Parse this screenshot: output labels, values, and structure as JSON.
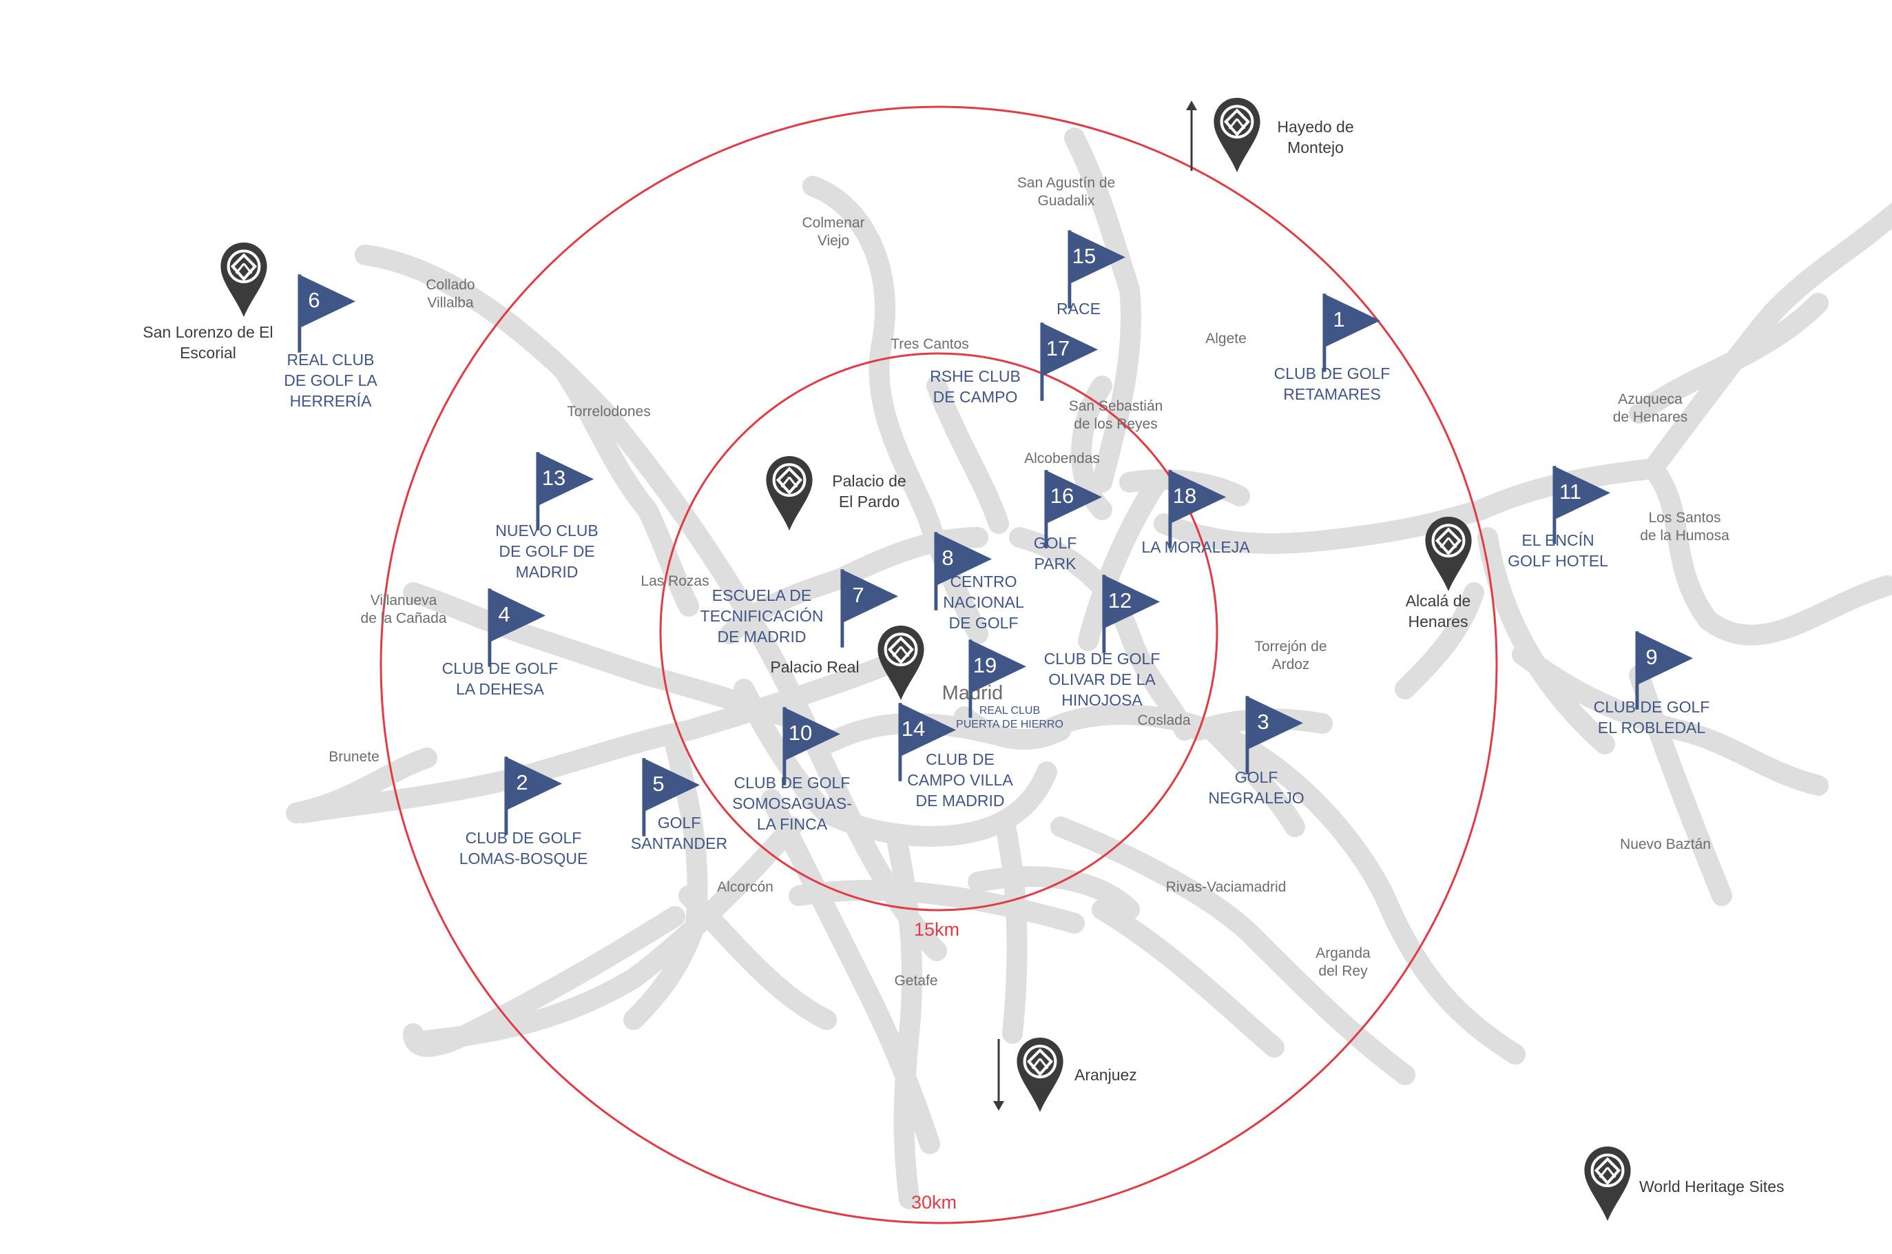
{
  "rings": {
    "inner_label": "15km",
    "outer_label": "30km"
  },
  "towns": {
    "collado_villalba": [
      "Collado",
      "Villalba"
    ],
    "torrelodones": "Torrelodones",
    "villanueva_canada": [
      "Villanueva",
      "de la Cañada"
    ],
    "brunete": "Brunete",
    "las_rozas": "Las Rozas",
    "colmenar_viejo": [
      "Colmenar",
      "Viejo"
    ],
    "tres_cantos": "Tres Cantos",
    "san_agustin": [
      "San Agustín de",
      "Guadalix"
    ],
    "algete": "Algete",
    "san_sebastian": [
      "San Sebastián",
      "de los Reyes"
    ],
    "alcobendas": "Alcobendas",
    "azuqueca": [
      "Azuqueca",
      "de Henares"
    ],
    "los_santos": [
      "Los Santos",
      "de la Humosa"
    ],
    "torrejon": [
      "Torrejón de",
      "Ardoz"
    ],
    "coslada": "Coslada",
    "nuevo_baztan": "Nuevo Baztán",
    "rivas": "Rivas-Vaciamadrid",
    "arganda": [
      "Arganda",
      "del Rey"
    ],
    "alcorcon": "Alcorcón",
    "getafe": "Getafe",
    "madrid": "Madrid"
  },
  "heritage_sites": {
    "hayedo": [
      "Hayedo de",
      "Montejo"
    ],
    "san_lorenzo": [
      "San Lorenzo de El",
      "Escorial"
    ],
    "el_pardo": [
      "Palacio de",
      "El Pardo"
    ],
    "palacio_real": "Palacio Real",
    "alcala": [
      "Alcalá de",
      "Henares"
    ],
    "aranjuez": "Aranjuez",
    "legend": "World Heritage Sites"
  },
  "clubs": {
    "c1": {
      "num": "1",
      "name": [
        "CLUB DE GOLF",
        "RETAMARES"
      ]
    },
    "c2": {
      "num": "2",
      "name": [
        "CLUB DE GOLF",
        "LOMAS-BOSQUE"
      ]
    },
    "c3": {
      "num": "3",
      "name": [
        "GOLF",
        "NEGRALEJO"
      ]
    },
    "c4": {
      "num": "4",
      "name": [
        "CLUB DE GOLF",
        "LA DEHESA"
      ]
    },
    "c5": {
      "num": "5",
      "name": [
        "GOLF",
        "SANTANDER"
      ]
    },
    "c6": {
      "num": "6",
      "name": [
        "REAL CLUB",
        "DE GOLF LA",
        "HERRERÍA"
      ]
    },
    "c7": {
      "num": "7",
      "name": [
        "ESCUELA DE",
        "TECNIFICACIÓN",
        "DE MADRID"
      ]
    },
    "c8": {
      "num": "8",
      "name": [
        "CENTRO",
        "NACIONAL",
        "DE GOLF"
      ]
    },
    "c9": {
      "num": "9",
      "name": [
        "CLUB DE GOLF",
        "EL ROBLEDAL"
      ]
    },
    "c10": {
      "num": "10",
      "name": [
        "CLUB DE GOLF",
        "SOMOSAGUAS-",
        "LA FINCA"
      ]
    },
    "c11": {
      "num": "11",
      "name": [
        "EL ENCÍN",
        "GOLF HOTEL"
      ]
    },
    "c12": {
      "num": "12",
      "name": [
        "CLUB DE GOLF",
        "OLIVAR DE LA",
        "HINOJOSA"
      ]
    },
    "c13": {
      "num": "13",
      "name": [
        "NUEVO CLUB",
        "DE GOLF DE",
        "MADRID"
      ]
    },
    "c14": {
      "num": "14",
      "name": [
        "CLUB DE",
        "CAMPO VILLA",
        "DE MADRID"
      ]
    },
    "c15": {
      "num": "15",
      "name": [
        "RACE"
      ]
    },
    "c16": {
      "num": "16",
      "name": [
        "GOLF",
        "PARK"
      ]
    },
    "c17": {
      "num": "17",
      "name": [
        "RSHE CLUB",
        "DE CAMPO"
      ]
    },
    "c18": {
      "num": "18",
      "name": [
        "LA MORALEJA"
      ]
    },
    "c19": {
      "num": "19",
      "name": [
        "REAL CLUB",
        "PUERTA DE HIERRO"
      ]
    }
  },
  "colors": {
    "flag": "#3f5686",
    "ring": "#e23b46",
    "road": "#dedede",
    "pin": "#3b3b3b"
  }
}
